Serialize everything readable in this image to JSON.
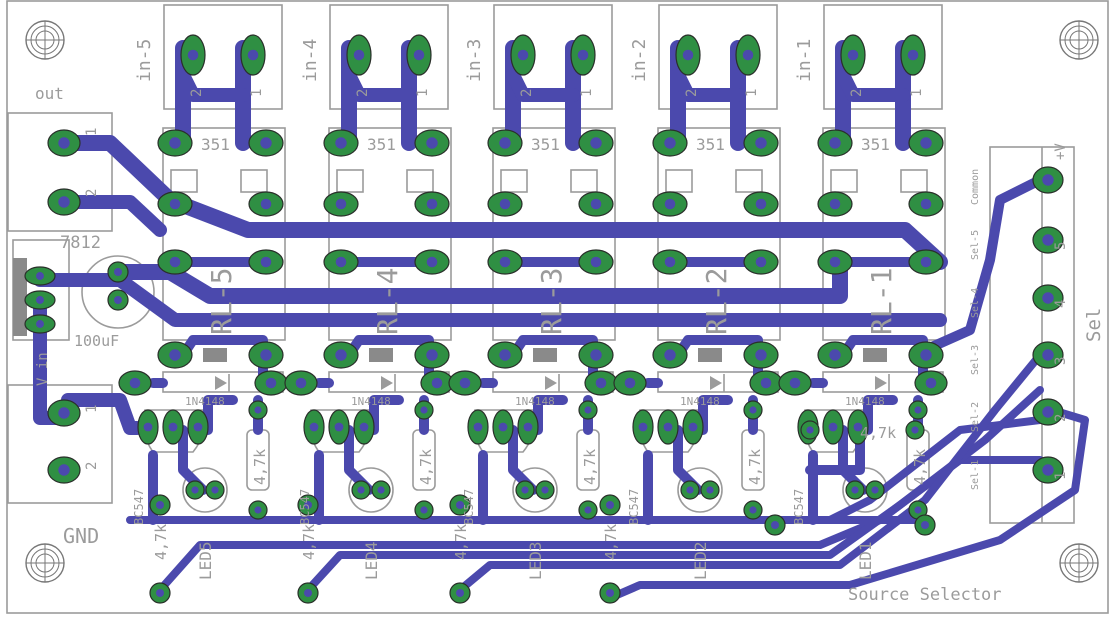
{
  "board": {
    "title": "Source Selector",
    "gnd_label": "GND",
    "out_label": "out",
    "vin_label": "V in",
    "regulator": "7812",
    "cap": "100uF",
    "selector_header": "Sel",
    "pin_out_1": "1",
    "pin_out_2": "2",
    "pin_vin_1": "1",
    "pin_vin_2": "2"
  },
  "inputs": [
    {
      "label": "in-5",
      "pin2": "2",
      "pin1": "1"
    },
    {
      "label": "in-4",
      "pin2": "2",
      "pin1": "1"
    },
    {
      "label": "in-3",
      "pin2": "2",
      "pin1": "1"
    },
    {
      "label": "in-2",
      "pin2": "2",
      "pin1": "1"
    },
    {
      "label": "in-1",
      "pin2": "2",
      "pin1": "1"
    }
  ],
  "relays": [
    {
      "label": "RL-5",
      "part": "351"
    },
    {
      "label": "RL-4",
      "part": "351"
    },
    {
      "label": "RL-3",
      "part": "351"
    },
    {
      "label": "RL-2",
      "part": "351"
    },
    {
      "label": "RL-1",
      "part": "351"
    }
  ],
  "diodes": [
    "1N4148",
    "1N4148",
    "1N4148",
    "1N4148",
    "1N4148"
  ],
  "transistors": [
    "BC547",
    "BC547",
    "BC547",
    "BC547",
    "BC547"
  ],
  "resistors": [
    "4,7k",
    "4,7k",
    "4,7k",
    "4,7k",
    "4,7k",
    "4,7k"
  ],
  "leds": [
    "LED5",
    "LED4",
    "LED3",
    "LED2",
    "LED1"
  ],
  "leds_resistors": [
    "4,7k",
    "4,7k",
    "4,7k",
    "4,7k"
  ],
  "selector_pins": [
    {
      "num": "+V",
      "name": "Common"
    },
    {
      "num": "5",
      "name": "Sel-5"
    },
    {
      "num": "4",
      "name": "Sel-4"
    },
    {
      "num": "3",
      "name": "Sel-3"
    },
    {
      "num": "2",
      "name": "Sel-2"
    },
    {
      "num": "1",
      "name": "Sel-1"
    }
  ]
}
